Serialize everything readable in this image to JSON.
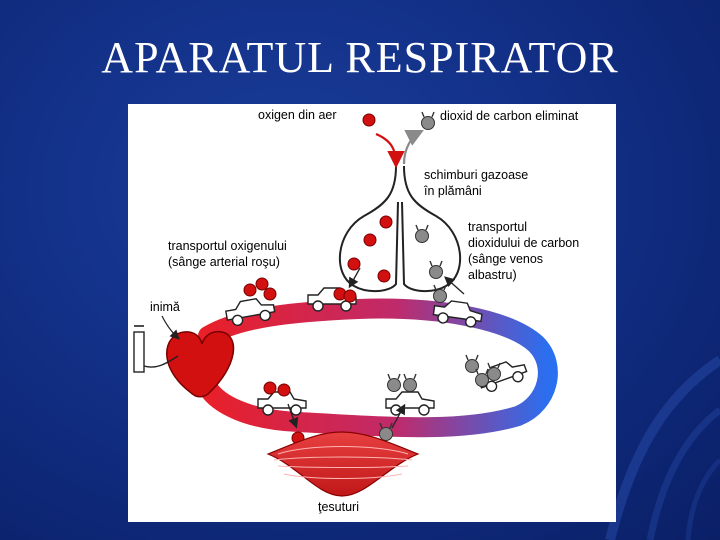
{
  "slide": {
    "title": "APARATUL RESPIRATOR"
  },
  "diagram": {
    "labels": {
      "oxygen_in": "oxigen din aer",
      "co2_out": "dioxid de carbon eliminat",
      "gas_exchange_line1": "schimburi gazoase",
      "gas_exchange_line2": "în plămâni",
      "o2_transport_line1": "transportul oxigenului",
      "o2_transport_line2": "(sânge arterial roşu)",
      "co2_transport_line1": "transportul",
      "co2_transport_line2": "dioxidului de carbon",
      "co2_transport_line3": "(sânge venos",
      "co2_transport_line4": "albastru)",
      "heart": "inimă",
      "tissues": "ţesuturi"
    },
    "colors": {
      "oxygen": "#d21010",
      "co2": "#8a8a8a",
      "arterial": "#e8202a",
      "venous": "#2a6ff0",
      "background": "#123087"
    },
    "icons": [
      "oxygen-molecule-icon",
      "co2-molecule-icon",
      "heart-icon",
      "car-icon",
      "muscle-tissue-icon",
      "lungs-icon",
      "pump-icon"
    ]
  }
}
